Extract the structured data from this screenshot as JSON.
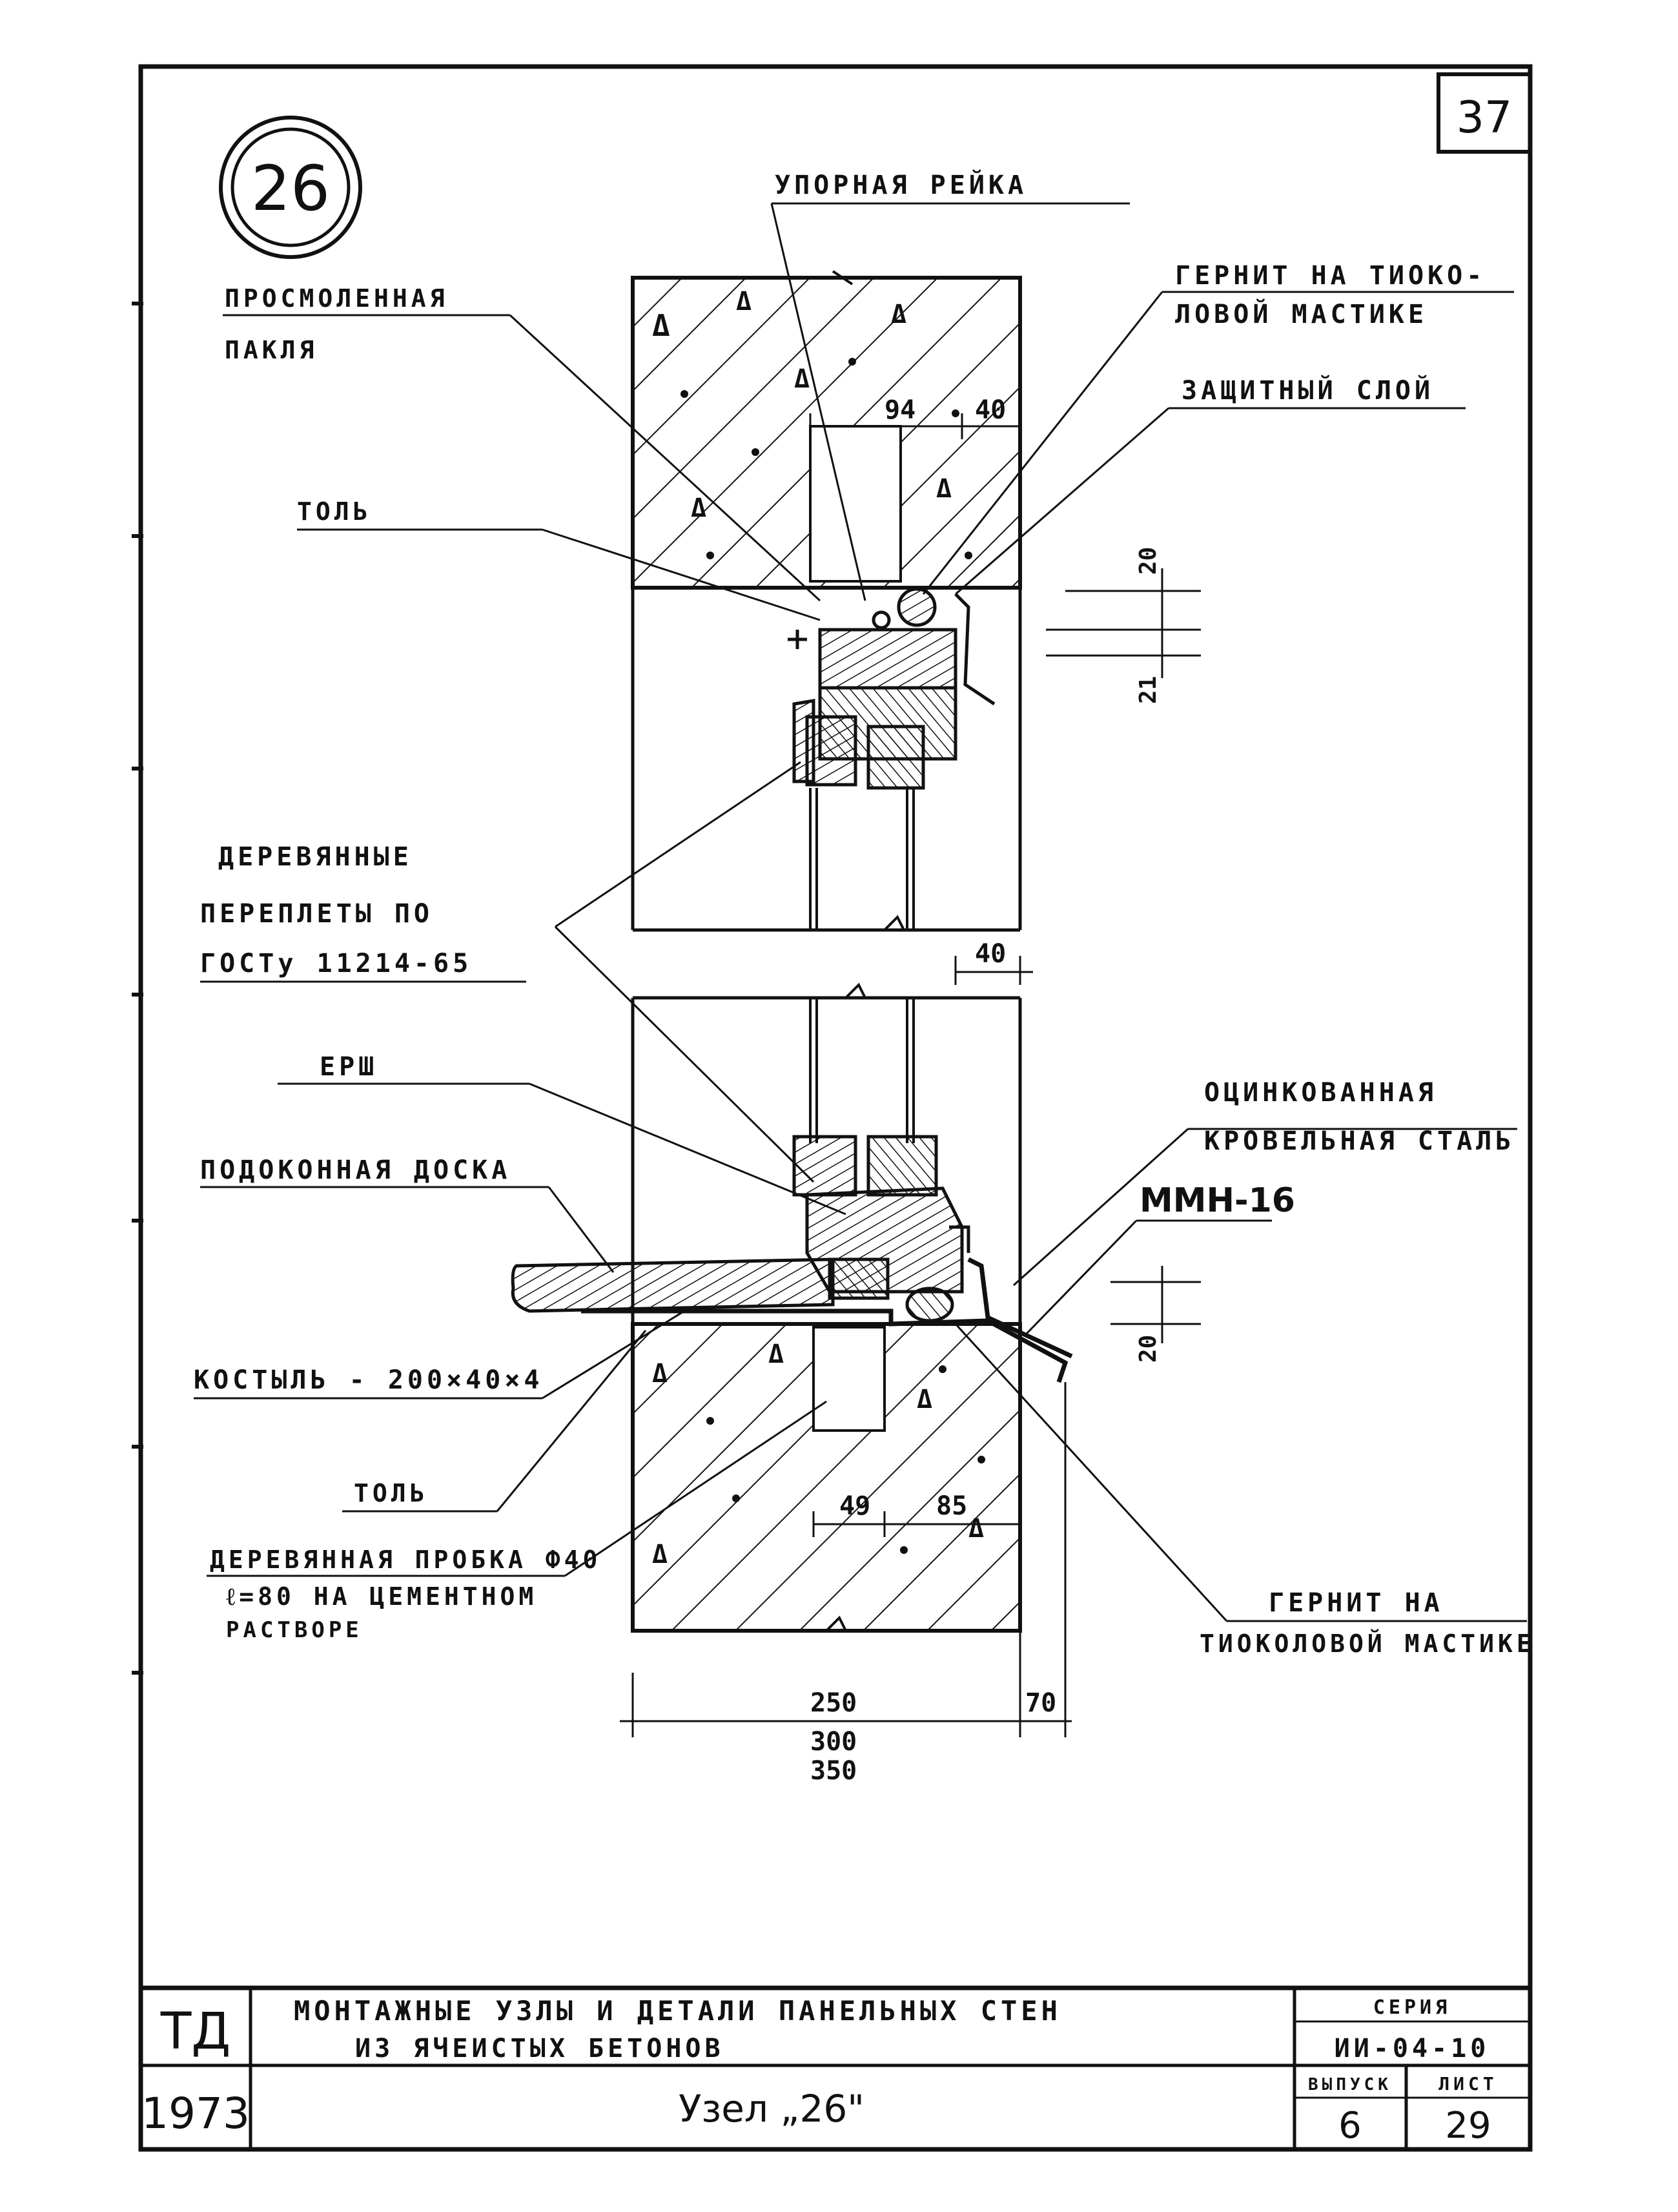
{
  "sheet": {
    "page_number": "37",
    "node_marker": "26"
  },
  "labels": {
    "upornaya_reika": "УПОРНАЯ РЕЙКА",
    "promaslennaya_1": "ПРОСМОЛЕННАЯ",
    "promaslennaya_2": "ПАКЛЯ",
    "gernit_top_1": "ГЕРНИТ НА ТИОКО-",
    "gernit_top_2": "ЛОВОЙ МАСТИКЕ",
    "zashchitny_sloi": "ЗАЩИТНЫЙ СЛОЙ",
    "tol_top": "ТОЛЬ",
    "pereplety_1": "ДЕРЕВЯННЫЕ",
    "pereplety_2": "ПЕРЕПЛЕТЫ ПО",
    "pereplety_3": "ГОСТу 11214-65",
    "ersh": "ЕРШ",
    "podokonnaya": "ПОДОКОННАЯ ДОСКА",
    "ocinkovannaya_1": "ОЦИНКОВАННАЯ",
    "ocinkovannaya_2": "КРОВЕЛЬНАЯ СТАЛЬ",
    "mmn": "ММН-16",
    "kostyl": "КОСТЫЛЬ - 200×40×4",
    "tol_bottom": "ТОЛЬ",
    "probka_1": "ДЕРЕВЯННАЯ ПРОБКА Ф40",
    "probka_2": "ℓ=80 НА ЦЕМЕНТНОМ",
    "probka_3": "РАСТВОРЕ",
    "gernit_bottom_1": "ГЕРНИТ НА",
    "gernit_bottom_2": "ТИОКОЛОВОЙ МАСТИКЕ"
  },
  "dimensions": {
    "d94": "94",
    "d40_top": "40",
    "d20_top": "20",
    "d21": "21",
    "d40_mid": "40",
    "d20_bottom": "20",
    "d49": "49",
    "d85": "85",
    "d250": "250",
    "d300": "300",
    "d350": "350",
    "d70": "70"
  },
  "title_block": {
    "org": "ТД",
    "year": "1973",
    "title_line1": "МОНТАЖНЫЕ УЗЛЫ И ДЕТАЛИ ПАНЕЛЬНЫХ СТЕН",
    "title_line2": "ИЗ ЯЧЕИСТЫХ БЕТОНОВ",
    "node_title": "Узел „26\"",
    "series_label": "СЕРИЯ",
    "series_value": "ИИ-04-10",
    "issue_label": "ВЫПУСК",
    "issue_value": "6",
    "sheet_label": "ЛИСТ",
    "sheet_value": "29"
  }
}
